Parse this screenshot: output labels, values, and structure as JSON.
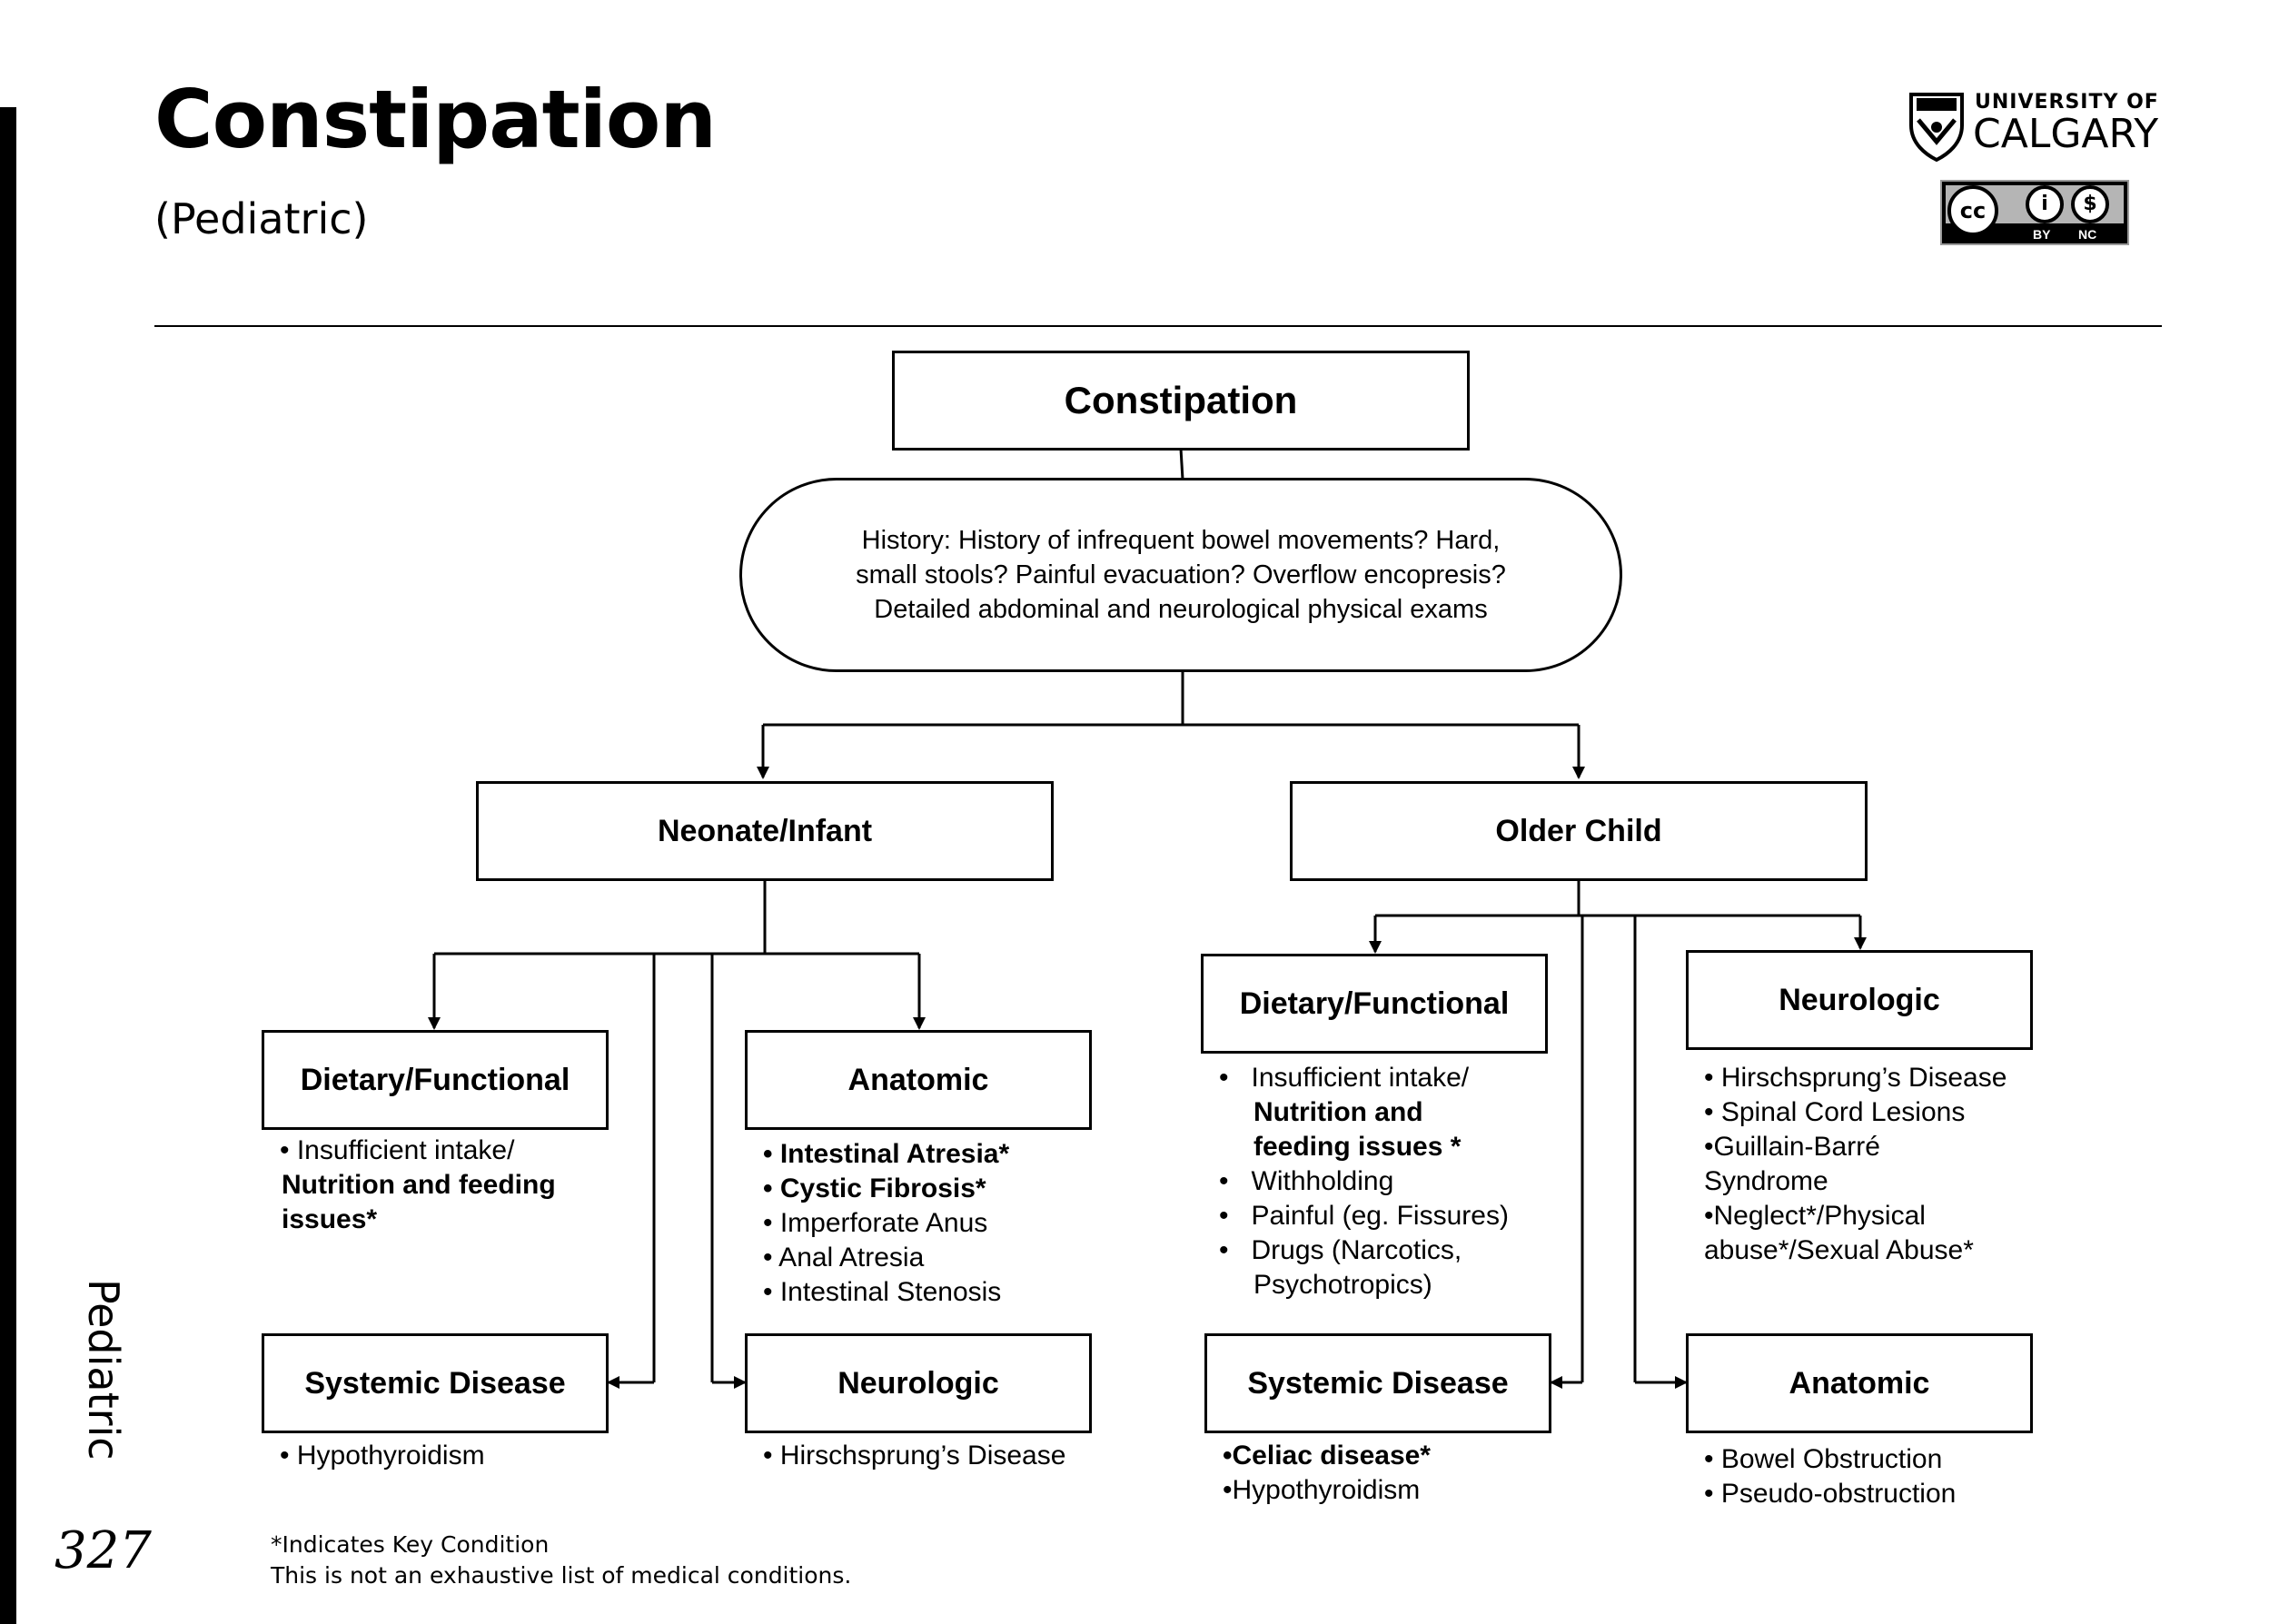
{
  "page": {
    "title": "Constipation",
    "subtitle": "(Pediatric)",
    "side_label": "Pediatric",
    "page_number": "327",
    "footnote_key": "*Indicates Key Condition",
    "footnote_disclaimer": "This is not an exhaustive list of medical conditions."
  },
  "logo": {
    "line1": "UNIVERSITY OF",
    "line2": "CALGARY",
    "license_main": "cc",
    "license_by": "BY",
    "license_nc": "NC"
  },
  "flowchart": {
    "root": "Constipation",
    "history_lines": [
      "History: History of infrequent bowel movements? Hard,",
      "small stools? Painful evacuation? Overflow encopresis?",
      "Detailed abdominal and neurological physical exams"
    ],
    "neonate": {
      "label": "Neonate/Infant",
      "dietary": {
        "label": "Dietary/Functional",
        "items": [
          "• Insufficient intake/",
          "Nutrition and feeding",
          "issues*"
        ]
      },
      "anatomic": {
        "label": "Anatomic",
        "items": [
          "• Intestinal Atresia*",
          "• Cystic Fibrosis*",
          "• Imperforate Anus",
          "• Anal Atresia",
          "• Intestinal Stenosis"
        ]
      },
      "systemic": {
        "label": "Systemic Disease",
        "items": [
          "• Hypothyroidism"
        ]
      },
      "neurologic": {
        "label": "Neurologic",
        "items": [
          "• Hirschsprung’s Disease"
        ]
      }
    },
    "older": {
      "label": "Older Child",
      "dietary": {
        "label": "Dietary/Functional",
        "items": [
          "Insufficient intake/",
          "Nutrition and",
          "feeding issues *",
          "Withholding",
          "Painful (eg. Fissures)",
          "Drugs (Narcotics,",
          "Psychotropics)"
        ]
      },
      "neurologic": {
        "label": "Neurologic",
        "items": [
          "• Hirschsprung’s Disease",
          "• Spinal Cord Lesions",
          "•Guillain-Barré",
          "Syndrome",
          "•Neglect*/Physical",
          "abuse*/Sexual Abuse*"
        ]
      },
      "systemic": {
        "label": "Systemic Disease",
        "items": [
          "•Celiac disease*",
          "•Hypothyroidism"
        ]
      },
      "anatomic": {
        "label": "Anatomic",
        "items": [
          "• Bowel Obstruction",
          "• Pseudo-obstruction"
        ]
      }
    }
  }
}
